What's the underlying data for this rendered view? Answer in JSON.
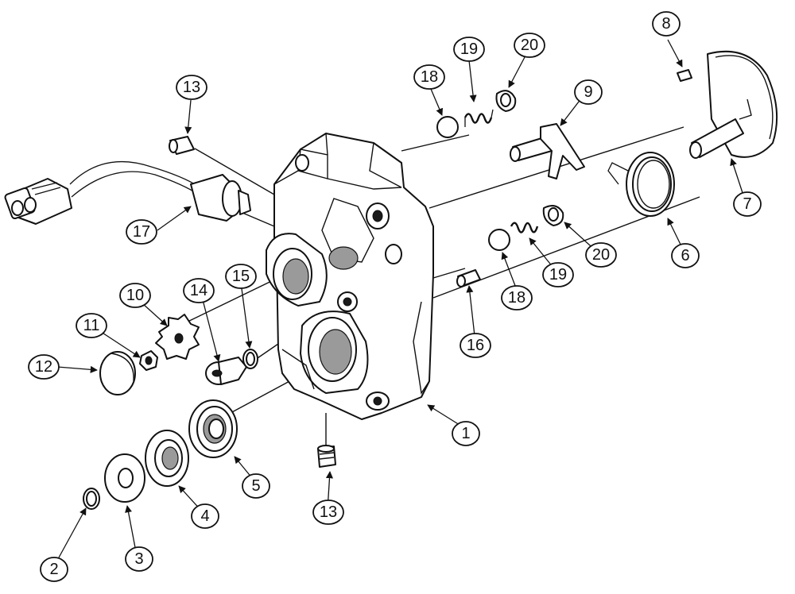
{
  "callouts": [
    {
      "id": "c1",
      "label": "1"
    },
    {
      "id": "c2",
      "label": "2"
    },
    {
      "id": "c3",
      "label": "3"
    },
    {
      "id": "c4",
      "label": "4"
    },
    {
      "id": "c5",
      "label": "5"
    },
    {
      "id": "c6",
      "label": "6"
    },
    {
      "id": "c7",
      "label": "7"
    },
    {
      "id": "c8",
      "label": "8"
    },
    {
      "id": "c9",
      "label": "9"
    },
    {
      "id": "c10",
      "label": "10"
    },
    {
      "id": "c11",
      "label": "11"
    },
    {
      "id": "c12",
      "label": "12"
    },
    {
      "id": "c13a",
      "label": "13"
    },
    {
      "id": "c13b",
      "label": "13"
    },
    {
      "id": "c14",
      "label": "14"
    },
    {
      "id": "c15",
      "label": "15"
    },
    {
      "id": "c16",
      "label": "16"
    },
    {
      "id": "c17",
      "label": "17"
    },
    {
      "id": "c18a",
      "label": "18"
    },
    {
      "id": "c18b",
      "label": "18"
    },
    {
      "id": "c19a",
      "label": "19"
    },
    {
      "id": "c19b",
      "label": "19"
    },
    {
      "id": "c20a",
      "label": "20"
    },
    {
      "id": "c20b",
      "label": "20"
    }
  ]
}
